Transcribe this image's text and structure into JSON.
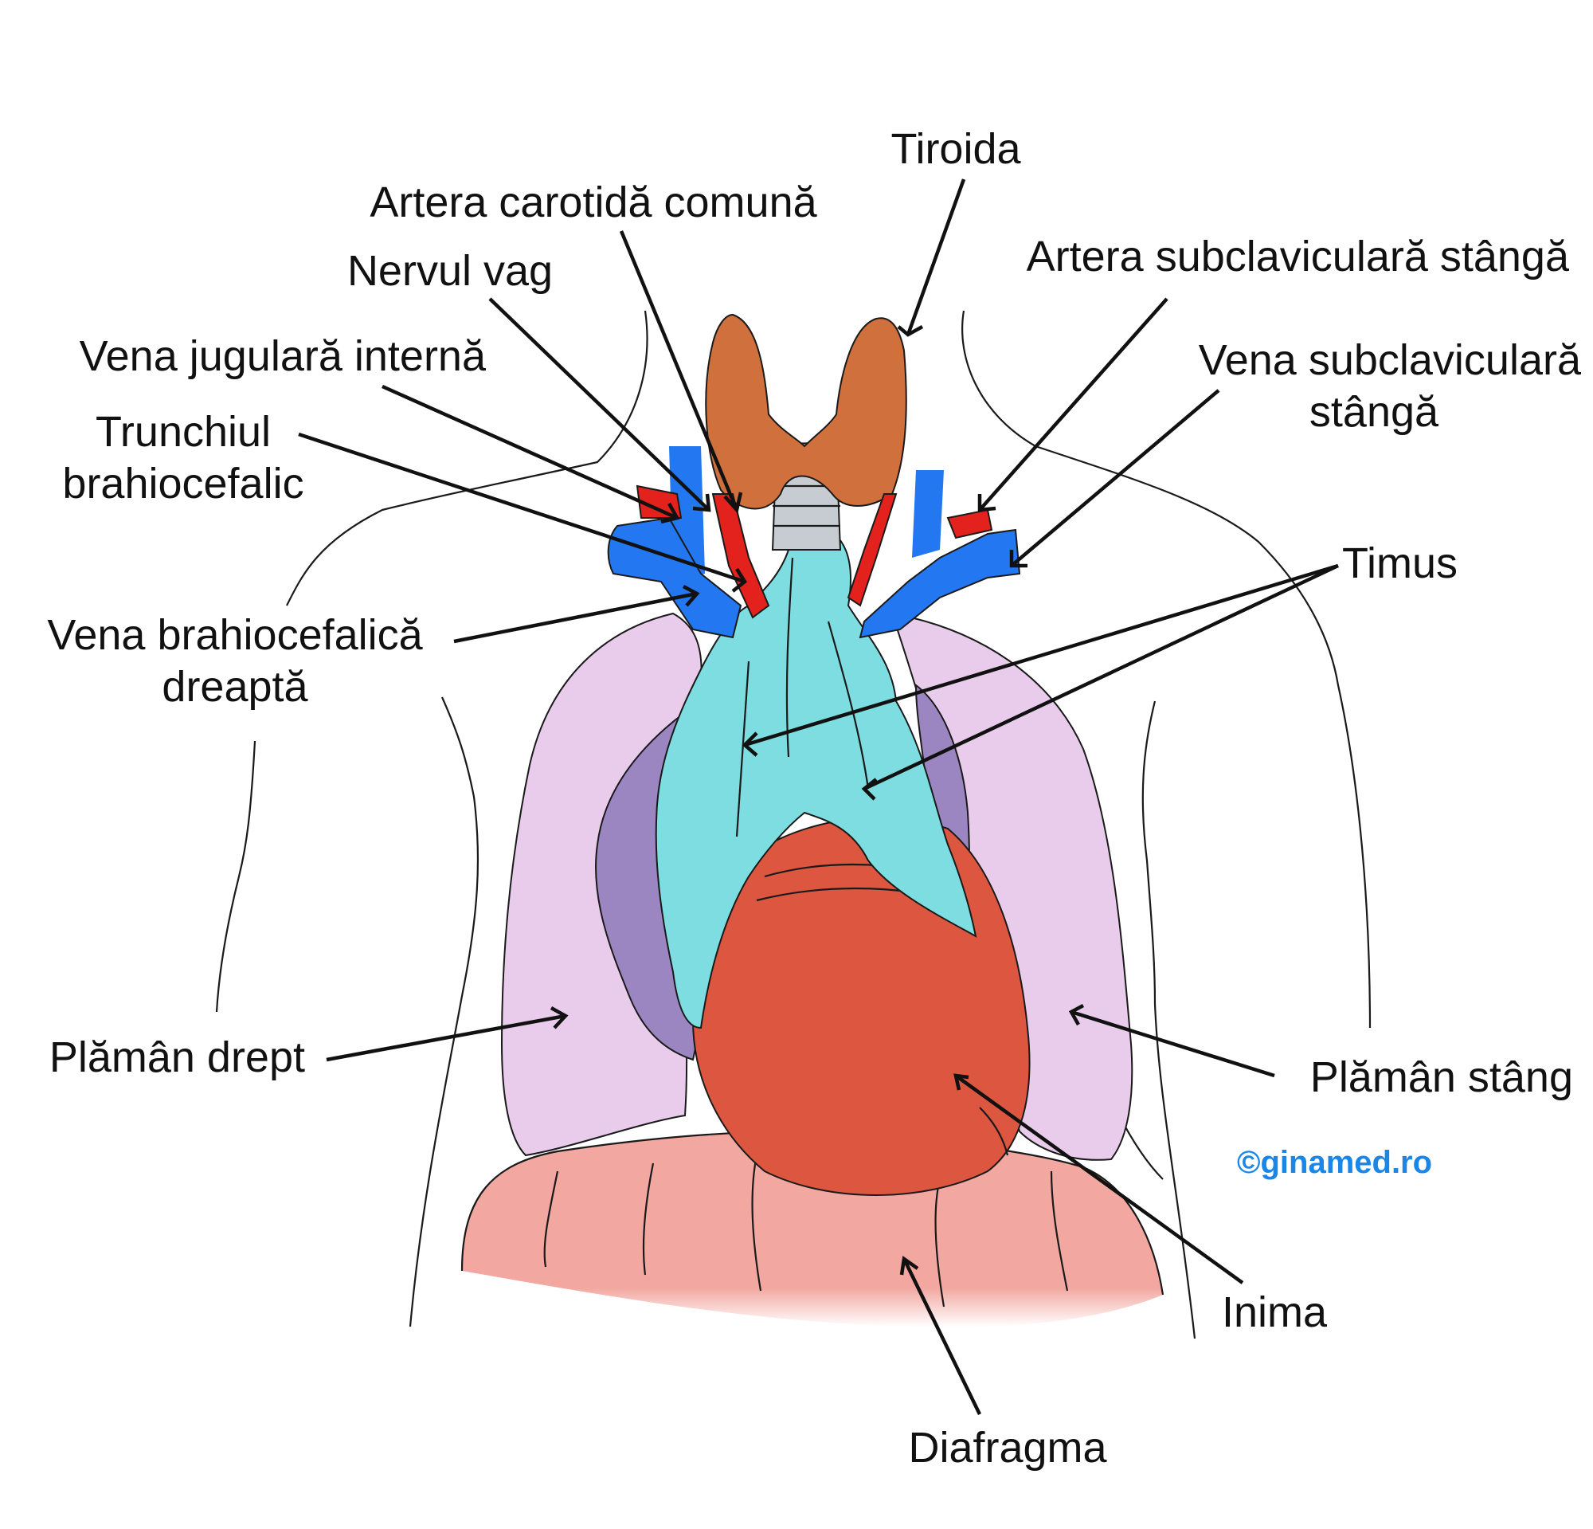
{
  "colors": {
    "thyroid": "#d0703c",
    "trachea": "#c6ccd1",
    "thymus": "#7ddde0",
    "heart": "#dc5640",
    "lung_light": "#e9ccec",
    "lung_dark": "#9b86c2",
    "diaphragm": "#f2a8a1",
    "vein": "#2377f0",
    "artery": "#e3221d",
    "copyright": "#1a86e8"
  },
  "labels": {
    "tiroida": "Tiroida",
    "artera_carotida": "Artera carotidă comună",
    "nervul_vag": "Nervul vag",
    "vena_jugulara": "Vena jugulară internă",
    "trunchiul_line1": "Trunchiul",
    "trunchiul_line2": "brahiocefalic",
    "vena_brahio_line1": "Vena brahiocefalică",
    "vena_brahio_line2": "dreaptă",
    "artera_subclav": "Artera subclaviculară stângă",
    "vena_subclav_line1": "Vena subclaviculară",
    "vena_subclav_line2": "stângă",
    "timus": "Timus",
    "plaman_drept": "Plămân drept",
    "plaman_stang": "Plămân stâng",
    "inima": "Inima",
    "diafragma": "Diafragma",
    "copyright": "©ginamed.ro"
  }
}
